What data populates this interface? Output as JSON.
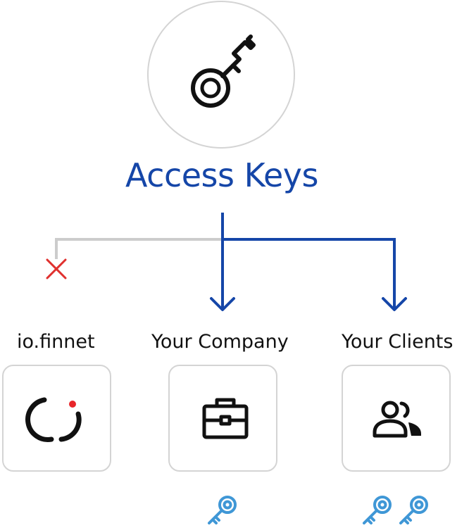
{
  "title": "Access Keys",
  "targets": [
    {
      "label": "io.finnet",
      "icon": "io-finnet-logo-icon",
      "access": "denied",
      "key_count": 0
    },
    {
      "label": "Your Company",
      "icon": "briefcase-icon",
      "access": "granted",
      "key_count": 1
    },
    {
      "label": "Your Clients",
      "icon": "users-icon",
      "access": "granted",
      "key_count": 2
    }
  ],
  "colors": {
    "title": "#1546a8",
    "granted_line": "#1546a8",
    "denied_line": "#cccccc",
    "denied_mark": "#e0302e",
    "key": "#3f97d6",
    "logo_dot": "#e8252a",
    "box_border": "#d4d4d4"
  }
}
